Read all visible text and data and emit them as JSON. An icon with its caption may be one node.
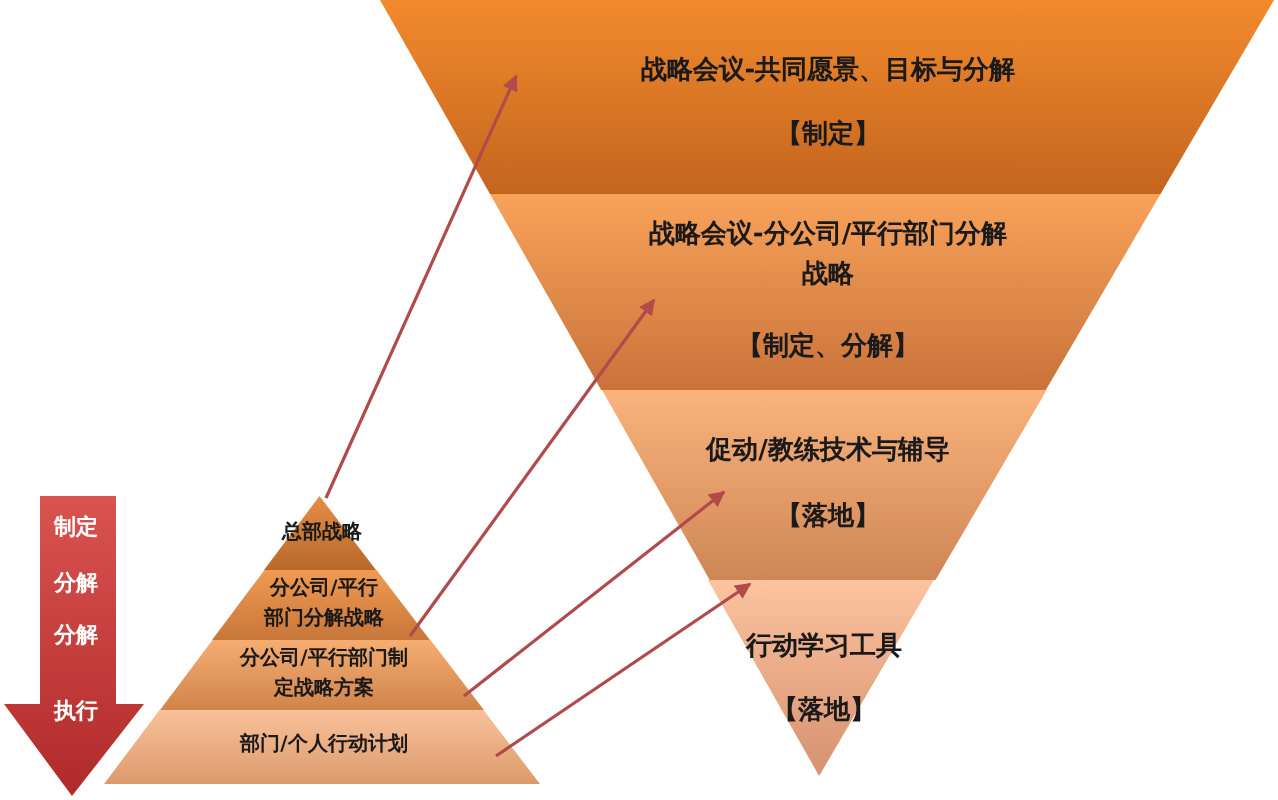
{
  "diagram": {
    "nodes": [
      {
        "text": [
          "战略会议-共同愿景、目标与分解",
          "【制定】"
        ]
      },
      {
        "text": [
          "战略会议-分公司/平行部门分解战略",
          "【制定、分解】"
        ]
      },
      {
        "text": [
          "促动/教练技术与辅导",
          "【落地】"
        ]
      },
      {
        "text": [
          "行动学习工具",
          "【落地】"
        ]
      },
      {
        "text": [
          "制定",
          "分解",
          "分解",
          "执行"
        ]
      },
      {
        "text": [
          "总部战略"
        ]
      },
      {
        "text": [
          "分公司/平行部门分解战略"
        ]
      },
      {
        "text": [
          "分公司/平行部门制定战略方案"
        ]
      },
      {
        "text": [
          "部门/个人行动计划"
        ]
      }
    ],
    "edges": [
      {
        "from": 5,
        "to": 0,
        "arrow": "to"
      },
      {
        "from": 6,
        "to": 1,
        "arrow": "to"
      },
      {
        "from": 7,
        "to": 2,
        "arrow": "to"
      },
      {
        "from": 8,
        "to": 3,
        "arrow": "to"
      }
    ]
  }
}
